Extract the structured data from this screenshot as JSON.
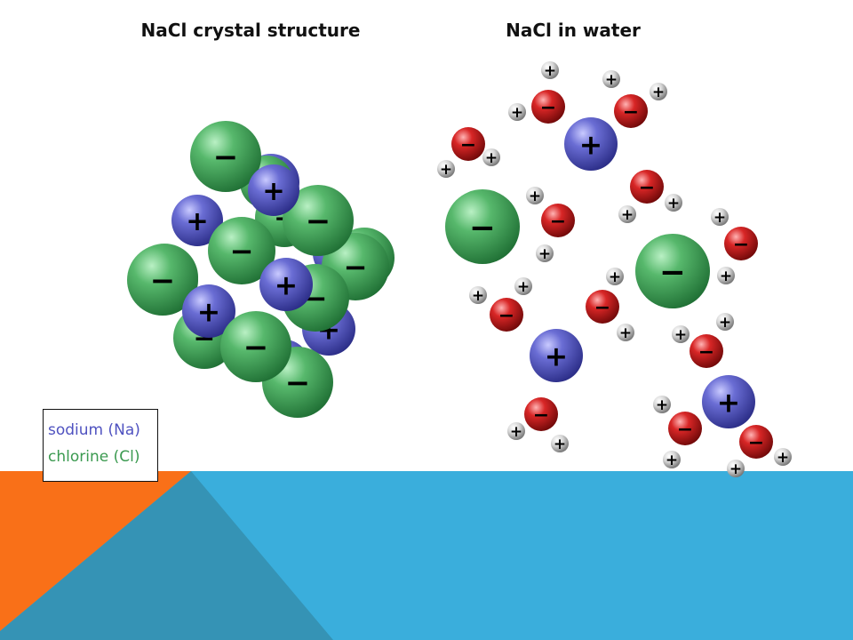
{
  "titles": {
    "crystal": "NaCl crystal structure",
    "water": "NaCl in water"
  },
  "legend": {
    "sodium": "sodium (Na)",
    "chlorine": "chlorine (Cl)"
  },
  "colors": {
    "sodium": "#5558c2",
    "chlorine": "#3d9a52",
    "oxygen": "#c81e1e",
    "hydrogen": "#d9d9d9",
    "banner_blue": "#3aaedc",
    "banner_orange": "#f97018",
    "banner_triangle": "#3593b5"
  },
  "ion_signs": {
    "positive": "+",
    "negative": "−"
  },
  "icons": {
    "sodium": "sodium-ion-icon",
    "chlorine": "chloride-ion-icon",
    "water": "water-molecule-icon"
  }
}
